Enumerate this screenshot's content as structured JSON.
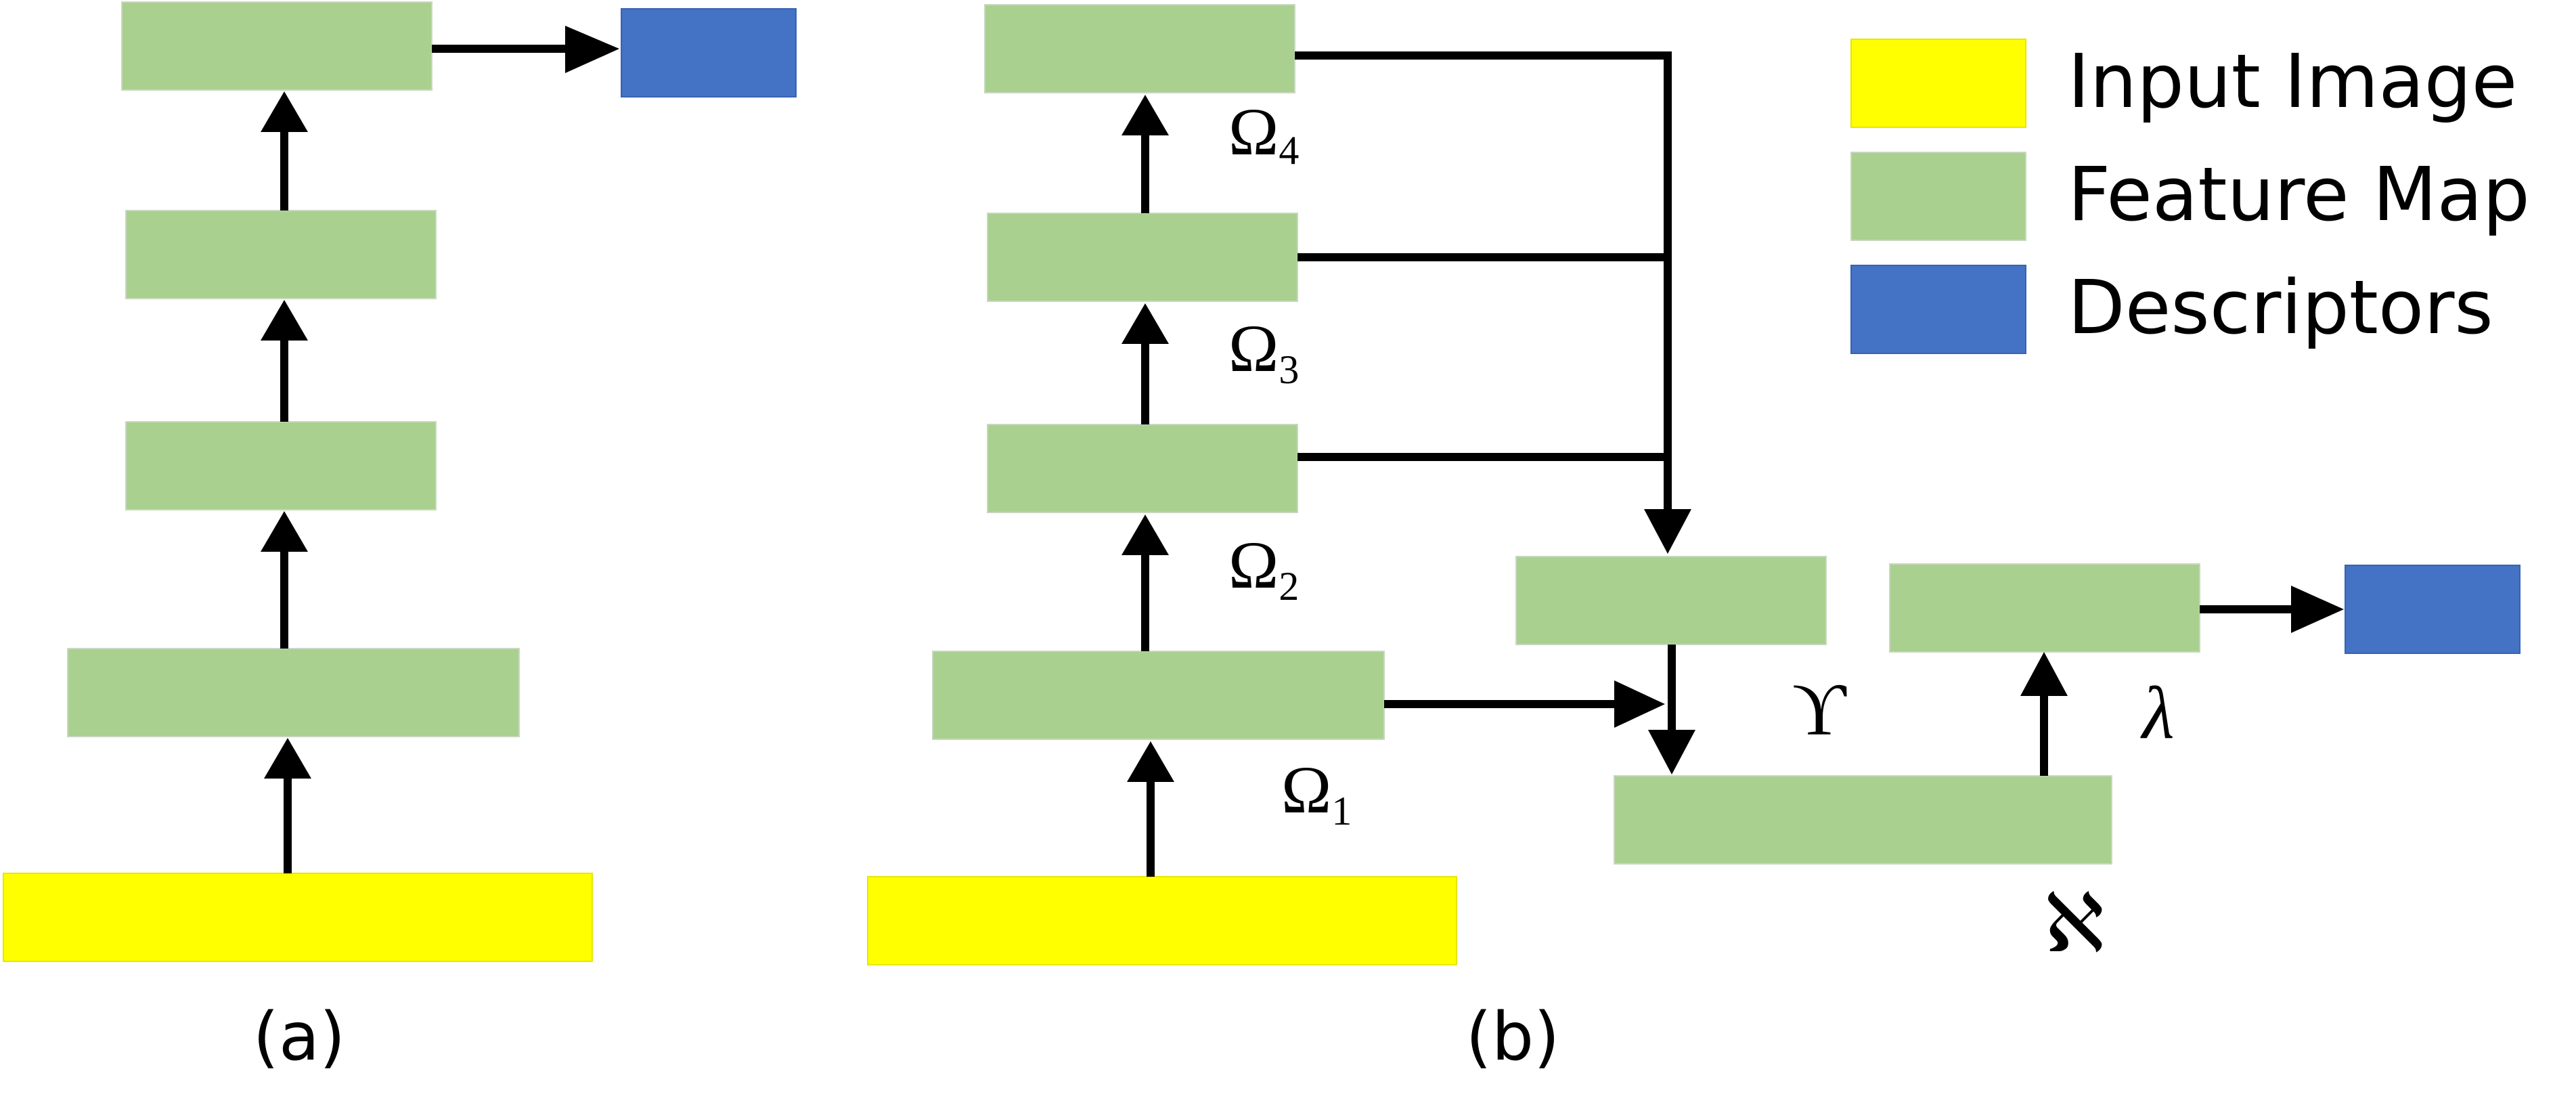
{
  "colors": {
    "input_image": "#ffff00",
    "feature_map": "#a9d08e",
    "descriptors": "#4472c4",
    "arrow": "#000000"
  },
  "legend": {
    "input_image": "Input Image",
    "feature_map": "Feature Map",
    "descriptors": "Descriptors"
  },
  "captions": {
    "a": "(a)",
    "b": "(b)"
  },
  "symbols": {
    "omega": "Ω",
    "omega1_sub": "1",
    "omega2_sub": "2",
    "omega3_sub": "3",
    "omega4_sub": "4",
    "upsilon": "ϒ",
    "aleph": "ℵ",
    "lambda": "λ"
  }
}
